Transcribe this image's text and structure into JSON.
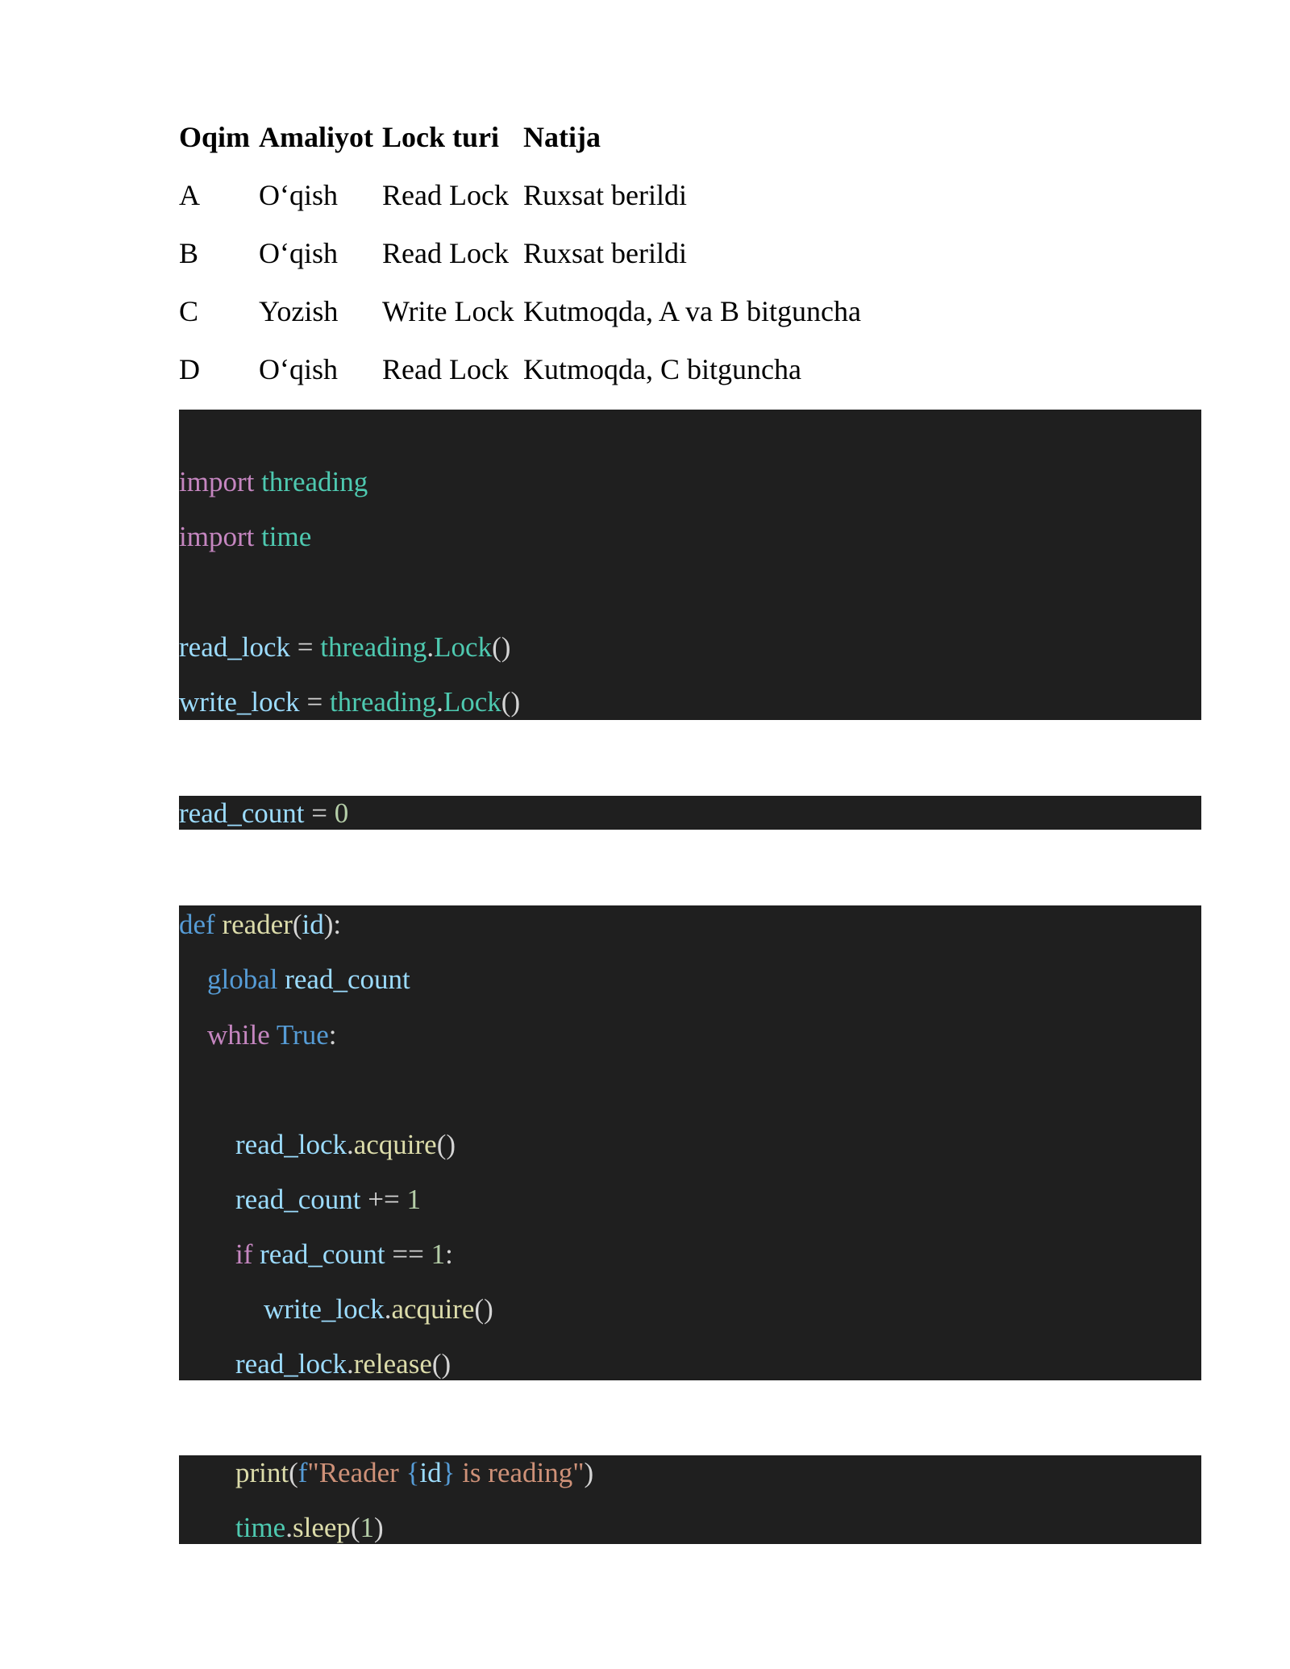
{
  "table": {
    "headers": [
      "Oqim",
      "Amaliyot",
      "Lock turi",
      "Natija"
    ],
    "rows": [
      [
        "A",
        "O‘qish",
        "Read Lock",
        "Ruxsat berildi"
      ],
      [
        "B",
        "O‘qish",
        "Read Lock",
        "Ruxsat berildi"
      ],
      [
        "C",
        "Yozish",
        "Write Lock",
        "Kutmoqda, A va B bitguncha"
      ],
      [
        "D",
        "O‘qish",
        "Read Lock",
        "Kutmoqda, C bitguncha"
      ]
    ]
  },
  "code_blocks": [
    {
      "lines": [
        "",
        "import threading",
        "import time",
        "",
        "read_lock = threading.Lock()",
        "write_lock = threading.Lock()"
      ]
    },
    {
      "lines": [
        "read_count = 0"
      ]
    },
    {
      "lines": [
        "def reader(id):",
        "    global read_count",
        "    while True:",
        "",
        "        read_lock.acquire()",
        "        read_count += 1",
        "        if read_count == 1:",
        "            write_lock.acquire()",
        "        read_lock.release()"
      ]
    },
    {
      "lines": [
        "        print(f\"Reader {id} is reading\")",
        "        time.sleep(1)"
      ]
    }
  ],
  "colors": {
    "code_background": "#1f1f1f",
    "keyword_import": "#c586c0",
    "keyword_def": "#569cd6",
    "module": "#4ec9b0",
    "variable": "#9cdcfe",
    "function": "#dcdcaa",
    "number": "#b5cea8",
    "string": "#ce9178"
  }
}
